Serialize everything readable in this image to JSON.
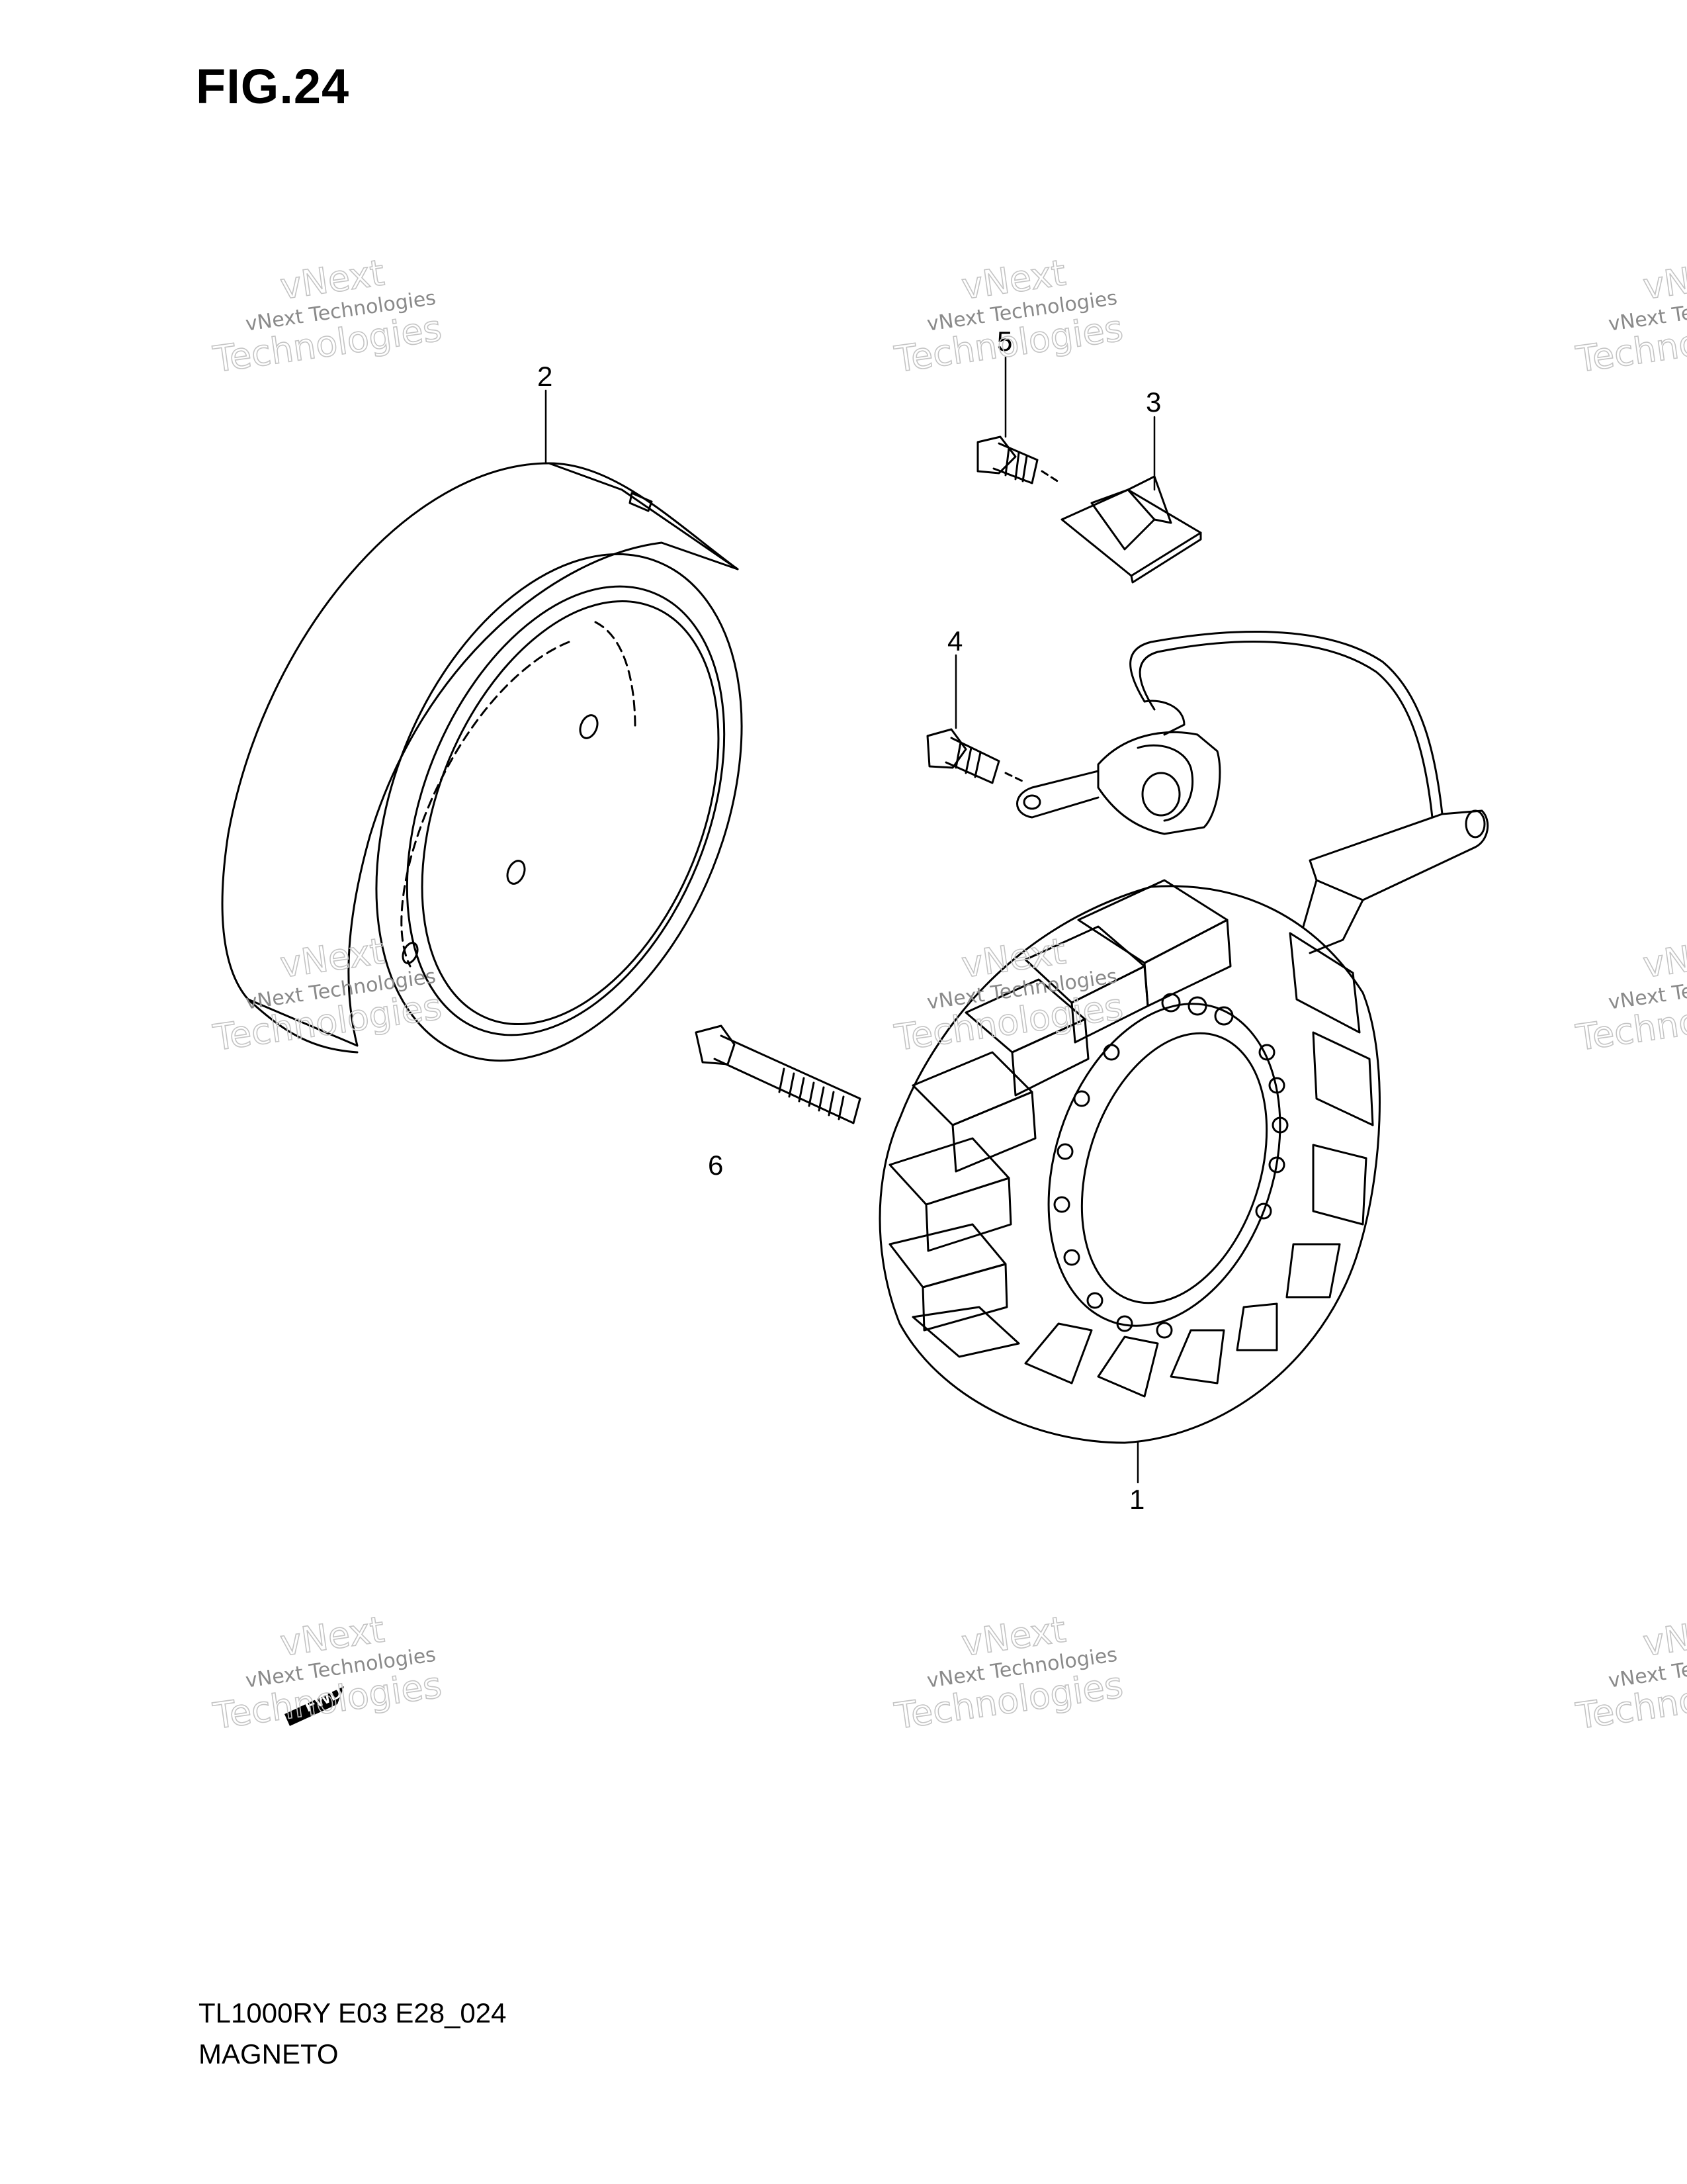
{
  "figure": {
    "title": "FIG.24",
    "model_code": "TL1000RY E03 E28_024",
    "section_name": "MAGNETO"
  },
  "callouts": [
    {
      "id": "1",
      "label": "1"
    },
    {
      "id": "2",
      "label": "2"
    },
    {
      "id": "3",
      "label": "3"
    },
    {
      "id": "4",
      "label": "4"
    },
    {
      "id": "5",
      "label": "5"
    },
    {
      "id": "6",
      "label": "6"
    }
  ],
  "watermark": {
    "line1": "vNext Technologies",
    "line2": "vNext",
    "line3": "Technologies",
    "color": "#b9b9b9"
  },
  "badge": {
    "text": "FWD"
  },
  "colors": {
    "ink": "#000000",
    "paper": "#ffffff"
  }
}
